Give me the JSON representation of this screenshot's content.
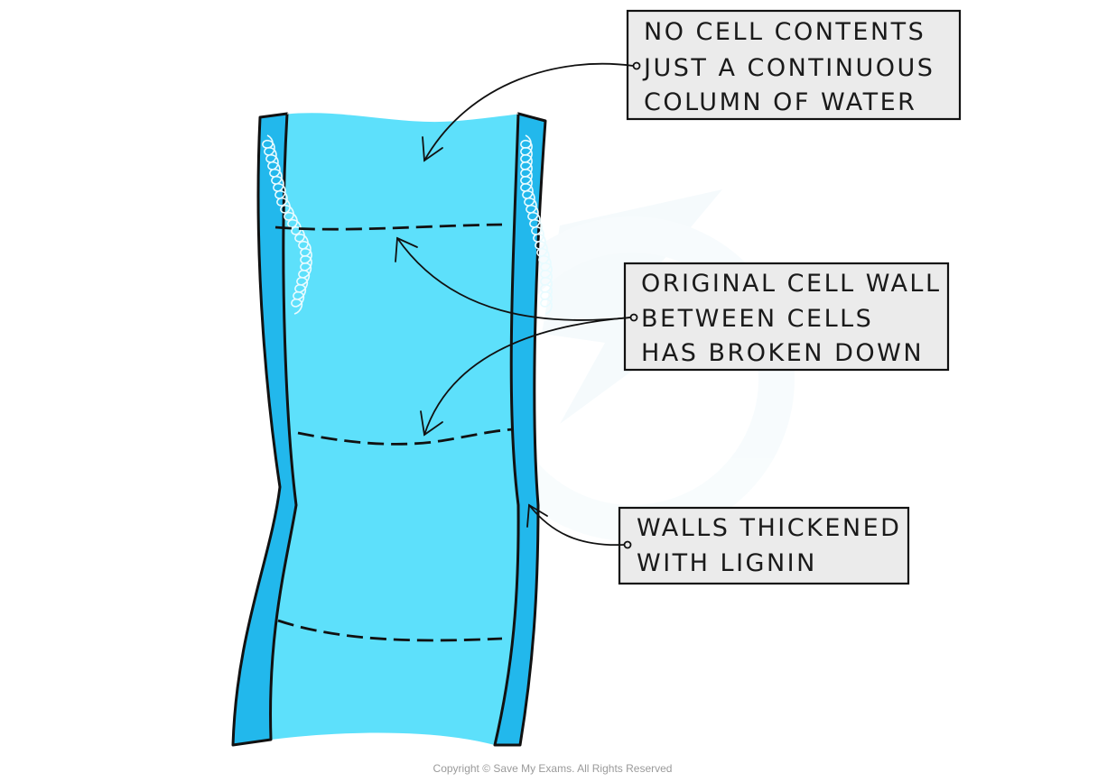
{
  "labels": {
    "contents": {
      "line1": "NO CELL CONTENTS",
      "line2": "JUST A CONTINUOUS",
      "line3": "COLUMN OF WATER"
    },
    "cell_wall": {
      "line1": "ORIGINAL CELL WALL",
      "line2": "BETWEEN CELLS",
      "line3": "HAS BROKEN DOWN"
    },
    "lignin": {
      "line1": "WALLS THICKENED",
      "line2": "WITH LIGNIN"
    }
  },
  "footer": {
    "copyright": "Copyright © Save My Exams. All Rights Reserved"
  },
  "colors": {
    "water": "#5de0fb",
    "wall": "#22b8ec",
    "outline": "#111111",
    "label_box": "#ebebeb",
    "watermark": "#eef7fb"
  }
}
